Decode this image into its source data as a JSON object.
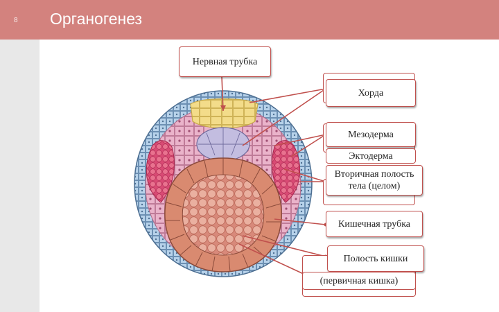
{
  "slide": {
    "number": "8",
    "title": "Органогенез"
  },
  "labels": {
    "neural_tube": "Нервная трубка",
    "notochord": "Хорда",
    "mesoderm": "Мезодерма",
    "ectoderm": "Эктодерма",
    "coelom": "Вторичная полость тела (целом)",
    "gut_tube": "Кишечная трубка",
    "gut_cavity": "Полость кишки",
    "primary_gut": "(первичная кишка)"
  },
  "colors": {
    "header": "#d3827e",
    "connector": "#c0504d",
    "ectoderm": "#a8c6e0",
    "mesoderm": "#e8a8c4",
    "neural": "#f3dc8a",
    "notochord": "#b9b3d9",
    "endoderm": "#d98a70",
    "yolk": "#e3a494"
  }
}
